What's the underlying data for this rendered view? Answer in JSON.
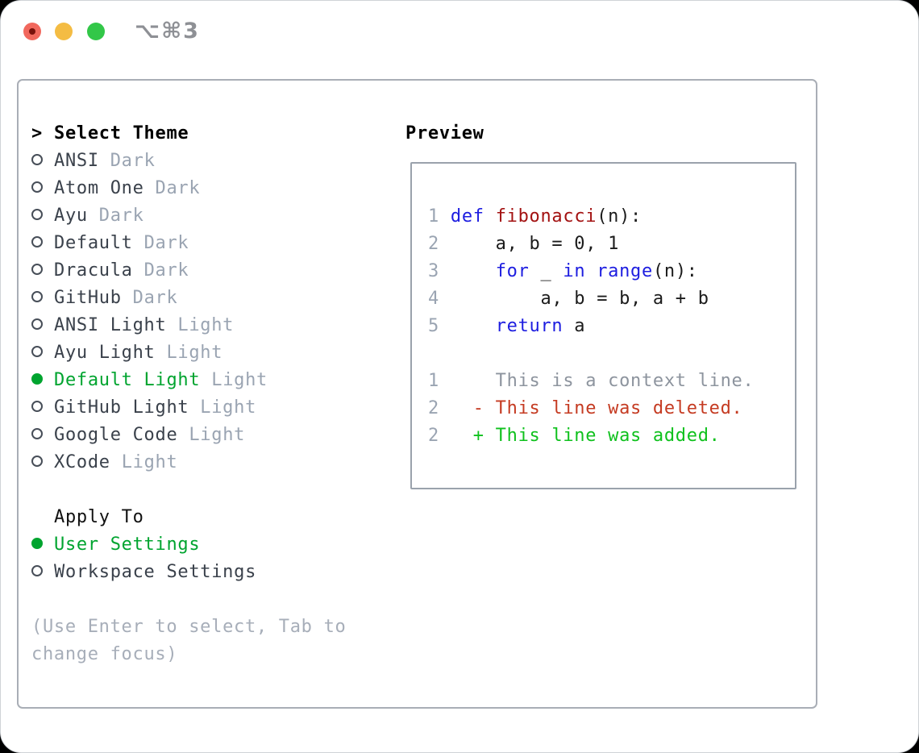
{
  "window": {
    "title": "⌥⌘3"
  },
  "select_theme": {
    "cursor": ">",
    "label": "Select Theme"
  },
  "themes": [
    {
      "name": "ANSI",
      "tag": "Dark",
      "selected": false
    },
    {
      "name": "Atom One",
      "tag": "Dark",
      "selected": false
    },
    {
      "name": "Ayu",
      "tag": "Dark",
      "selected": false
    },
    {
      "name": "Default",
      "tag": "Dark",
      "selected": false
    },
    {
      "name": "Dracula",
      "tag": "Dark",
      "selected": false
    },
    {
      "name": "GitHub",
      "tag": "Dark",
      "selected": false
    },
    {
      "name": "ANSI Light",
      "tag": "Light",
      "selected": false
    },
    {
      "name": "Ayu Light",
      "tag": "Light",
      "selected": false
    },
    {
      "name": "Default Light",
      "tag": "Light",
      "selected": true
    },
    {
      "name": "GitHub Light",
      "tag": "Light",
      "selected": false
    },
    {
      "name": "Google Code",
      "tag": "Light",
      "selected": false
    },
    {
      "name": "XCode",
      "tag": "Light",
      "selected": false
    }
  ],
  "apply_to": {
    "label": "Apply To",
    "options": [
      {
        "name": "User Settings",
        "selected": true
      },
      {
        "name": "Workspace Settings",
        "selected": false
      }
    ]
  },
  "hint": "(Use Enter to select, Tab to change focus)",
  "preview": {
    "label": "Preview",
    "colors": {
      "keyword": "#1d1de0",
      "function": "#a31212",
      "plain": "#1b1b1b",
      "context": "#8d949e",
      "deleted": "#c53b22",
      "added": "#0fc11d",
      "line_number": "#9aa4b2",
      "selected_green": "#00a42f",
      "tag_gray": "#9aa4b2",
      "hint_gray": "#a7aeb9"
    },
    "lines": [
      {
        "num": "1",
        "tokens": [
          {
            "t": "def",
            "c": "keyword"
          },
          {
            "t": " "
          },
          {
            "t": "fibonacci",
            "c": "function"
          },
          {
            "t": "(n):"
          }
        ]
      },
      {
        "num": "2",
        "tokens": [
          {
            "t": "    a, b = 0, 1"
          }
        ]
      },
      {
        "num": "3",
        "tokens": [
          {
            "t": "    "
          },
          {
            "t": "for",
            "c": "keyword"
          },
          {
            "t": " _ "
          },
          {
            "t": "in",
            "c": "keyword"
          },
          {
            "t": " "
          },
          {
            "t": "range",
            "c": "keyword"
          },
          {
            "t": "(n):"
          }
        ]
      },
      {
        "num": "4",
        "tokens": [
          {
            "t": "        a, b = b, a + b"
          }
        ]
      },
      {
        "num": "5",
        "tokens": [
          {
            "t": "    "
          },
          {
            "t": "return",
            "c": "keyword"
          },
          {
            "t": " a"
          }
        ]
      },
      {
        "num": "",
        "tokens": []
      },
      {
        "num": "1",
        "tokens": [
          {
            "t": "    This is a context line.",
            "c": "context"
          }
        ]
      },
      {
        "num": "2",
        "tokens": [
          {
            "t": "  - This line was deleted.",
            "c": "deleted"
          }
        ]
      },
      {
        "num": "2",
        "tokens": [
          {
            "t": "  + This line was added.",
            "c": "added"
          }
        ]
      }
    ]
  }
}
